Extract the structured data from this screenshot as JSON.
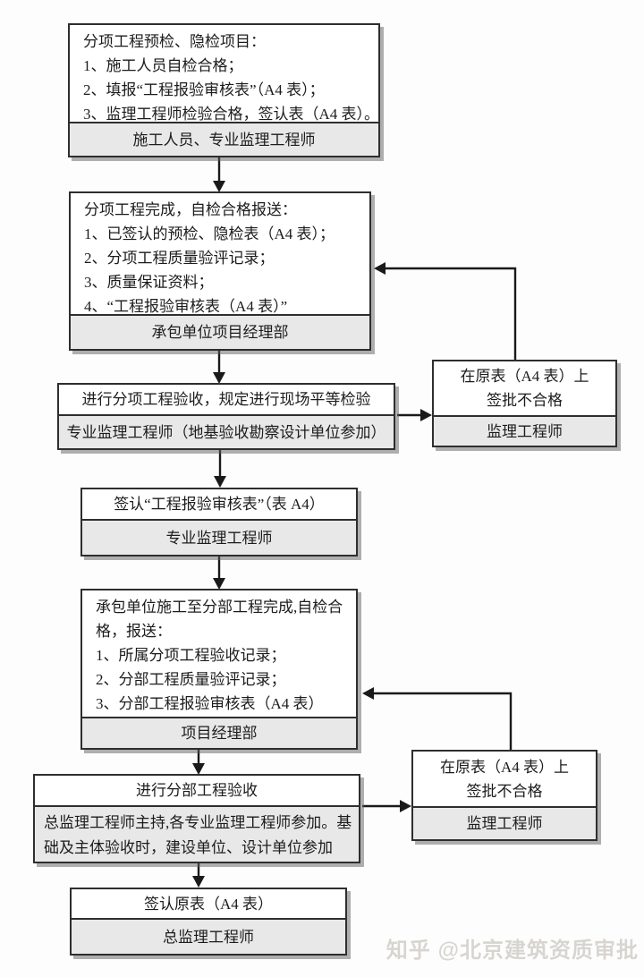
{
  "style": {
    "background": "#fdfdfd",
    "box_border_color": "#2e2e2e",
    "footer_bg_color": "#e8e8e8",
    "connector_color": "#1a1a1a",
    "watermark_color": "#d8d5d0"
  },
  "boxes": {
    "preinspection": {
      "lines": [
        "分项工程预检、隐检项目：",
        "1、施工人员自检合格；",
        "2、填报“工程报验审核表”（A4 表）；",
        "3、监理工程师检验合格，签认表（A4 表）。"
      ],
      "footer": "施工人员、专业监理工程师"
    },
    "subitem_complete": {
      "lines": [
        "分项工程完成，自检合格报送：",
        "1、已签认的预检、隐检表（A4 表）；",
        "2、分项工程质量验评记录；",
        "3、质量保证资料；",
        "4、“工程报验审核表（A4 表）”"
      ],
      "footer": "承包单位项目经理部"
    },
    "subitem_acceptance": {
      "title": "进行分项工程验收，规定进行现场平等检验",
      "footer": "专业监理工程师（地基验收勘察设计单位参加）"
    },
    "reject1": {
      "lines": [
        "在原表（A4 表）上",
        "签批不合格"
      ],
      "footer": "监理工程师"
    },
    "sign_review_form": {
      "title": "签认“工程报验审核表”（表 A4）",
      "footer": "专业监理工程师"
    },
    "subdivision_complete": {
      "lines": [
        "承包单位施工至分部工程完成,自检合",
        "格，报送：",
        "1、所属分项工程验收记录；",
        "2、分部工程质量验评记录；",
        "3、分部工程报验审核表（A4 表）"
      ],
      "footer": "项目经理部"
    },
    "subdivision_acceptance": {
      "title": "进行分部工程验收",
      "footer_lines": [
        "总监理工程师主持,各专业监理工程师参加。基",
        "础及主体验收时，建设单位、设计单位参加"
      ]
    },
    "reject2": {
      "lines": [
        "在原表（A4 表）上",
        "签批不合格"
      ],
      "footer": "监理工程师"
    },
    "sign_original_form": {
      "title": "签认原表（A4 表）",
      "footer": "总监理工程师"
    }
  },
  "watermark": "知乎 @北京建筑资质审批"
}
